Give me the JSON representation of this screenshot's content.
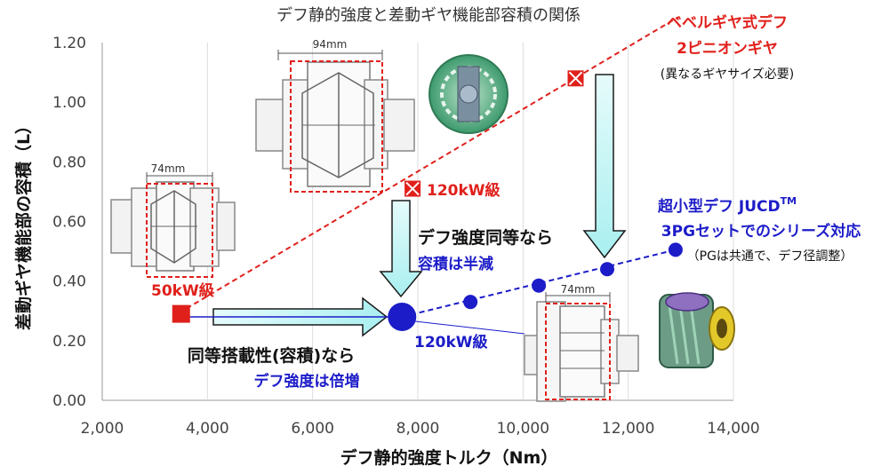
{
  "chart_data": {
    "type": "scatter",
    "title": "デフ静的強度と差動ギヤ機能部容積の関係",
    "xlabel": "デフ静的強度トルク（Nm）",
    "ylabel": "差動ギヤ機能部の容積（L）",
    "xlim": [
      2000,
      14000
    ],
    "ylim": [
      0,
      1.2
    ],
    "xticks": [
      "2,000",
      "4,000",
      "6,000",
      "8,000",
      "10,000",
      "12,000",
      "14,000"
    ],
    "yticks": [
      "0.00",
      "0.20",
      "0.40",
      "0.60",
      "0.80",
      "1.00",
      "1.20"
    ],
    "grid": "vertical",
    "series": [
      {
        "color": "#e0201b",
        "points": [
          {
            "x": 3500,
            "y": 0.29,
            "label": "50kW級"
          },
          {
            "x": 7900,
            "y": 0.71,
            "label": "120kW級"
          },
          {
            "x": 11000,
            "y": 1.08,
            "label": ""
          }
        ]
      },
      {
        "color": "#1c1cc8",
        "points": [
          {
            "x": 7700,
            "y": 0.28,
            "label": "120kW級"
          },
          {
            "x": 9000,
            "y": 0.33,
            "label": ""
          },
          {
            "x": 10300,
            "y": 0.385,
            "label": ""
          },
          {
            "x": 11600,
            "y": 0.44,
            "label": ""
          },
          {
            "x": 12900,
            "y": 0.505,
            "label": ""
          }
        ]
      }
    ],
    "annotations": {
      "bevel_title_1": "ベベルギヤ式デフ",
      "bevel_title_2": "2ピニオンギヤ",
      "bevel_note": "(異なるギヤサイズ必要)",
      "jucd_title_1": "超小型デフ JUCD",
      "jucd_tm": "TM",
      "jucd_title_2": "3PGセットでのシリーズ対応",
      "jucd_note": "（PGは共通で、デフ径調整）",
      "half_1": "デフ強度同等なら",
      "half_2": "容積は半減",
      "double_1": "同等搭載性(容積)なら",
      "double_2": "デフ強度は倍増",
      "dim_94": "94mm",
      "dim_74a": "74mm",
      "dim_74b": "74mm"
    }
  }
}
